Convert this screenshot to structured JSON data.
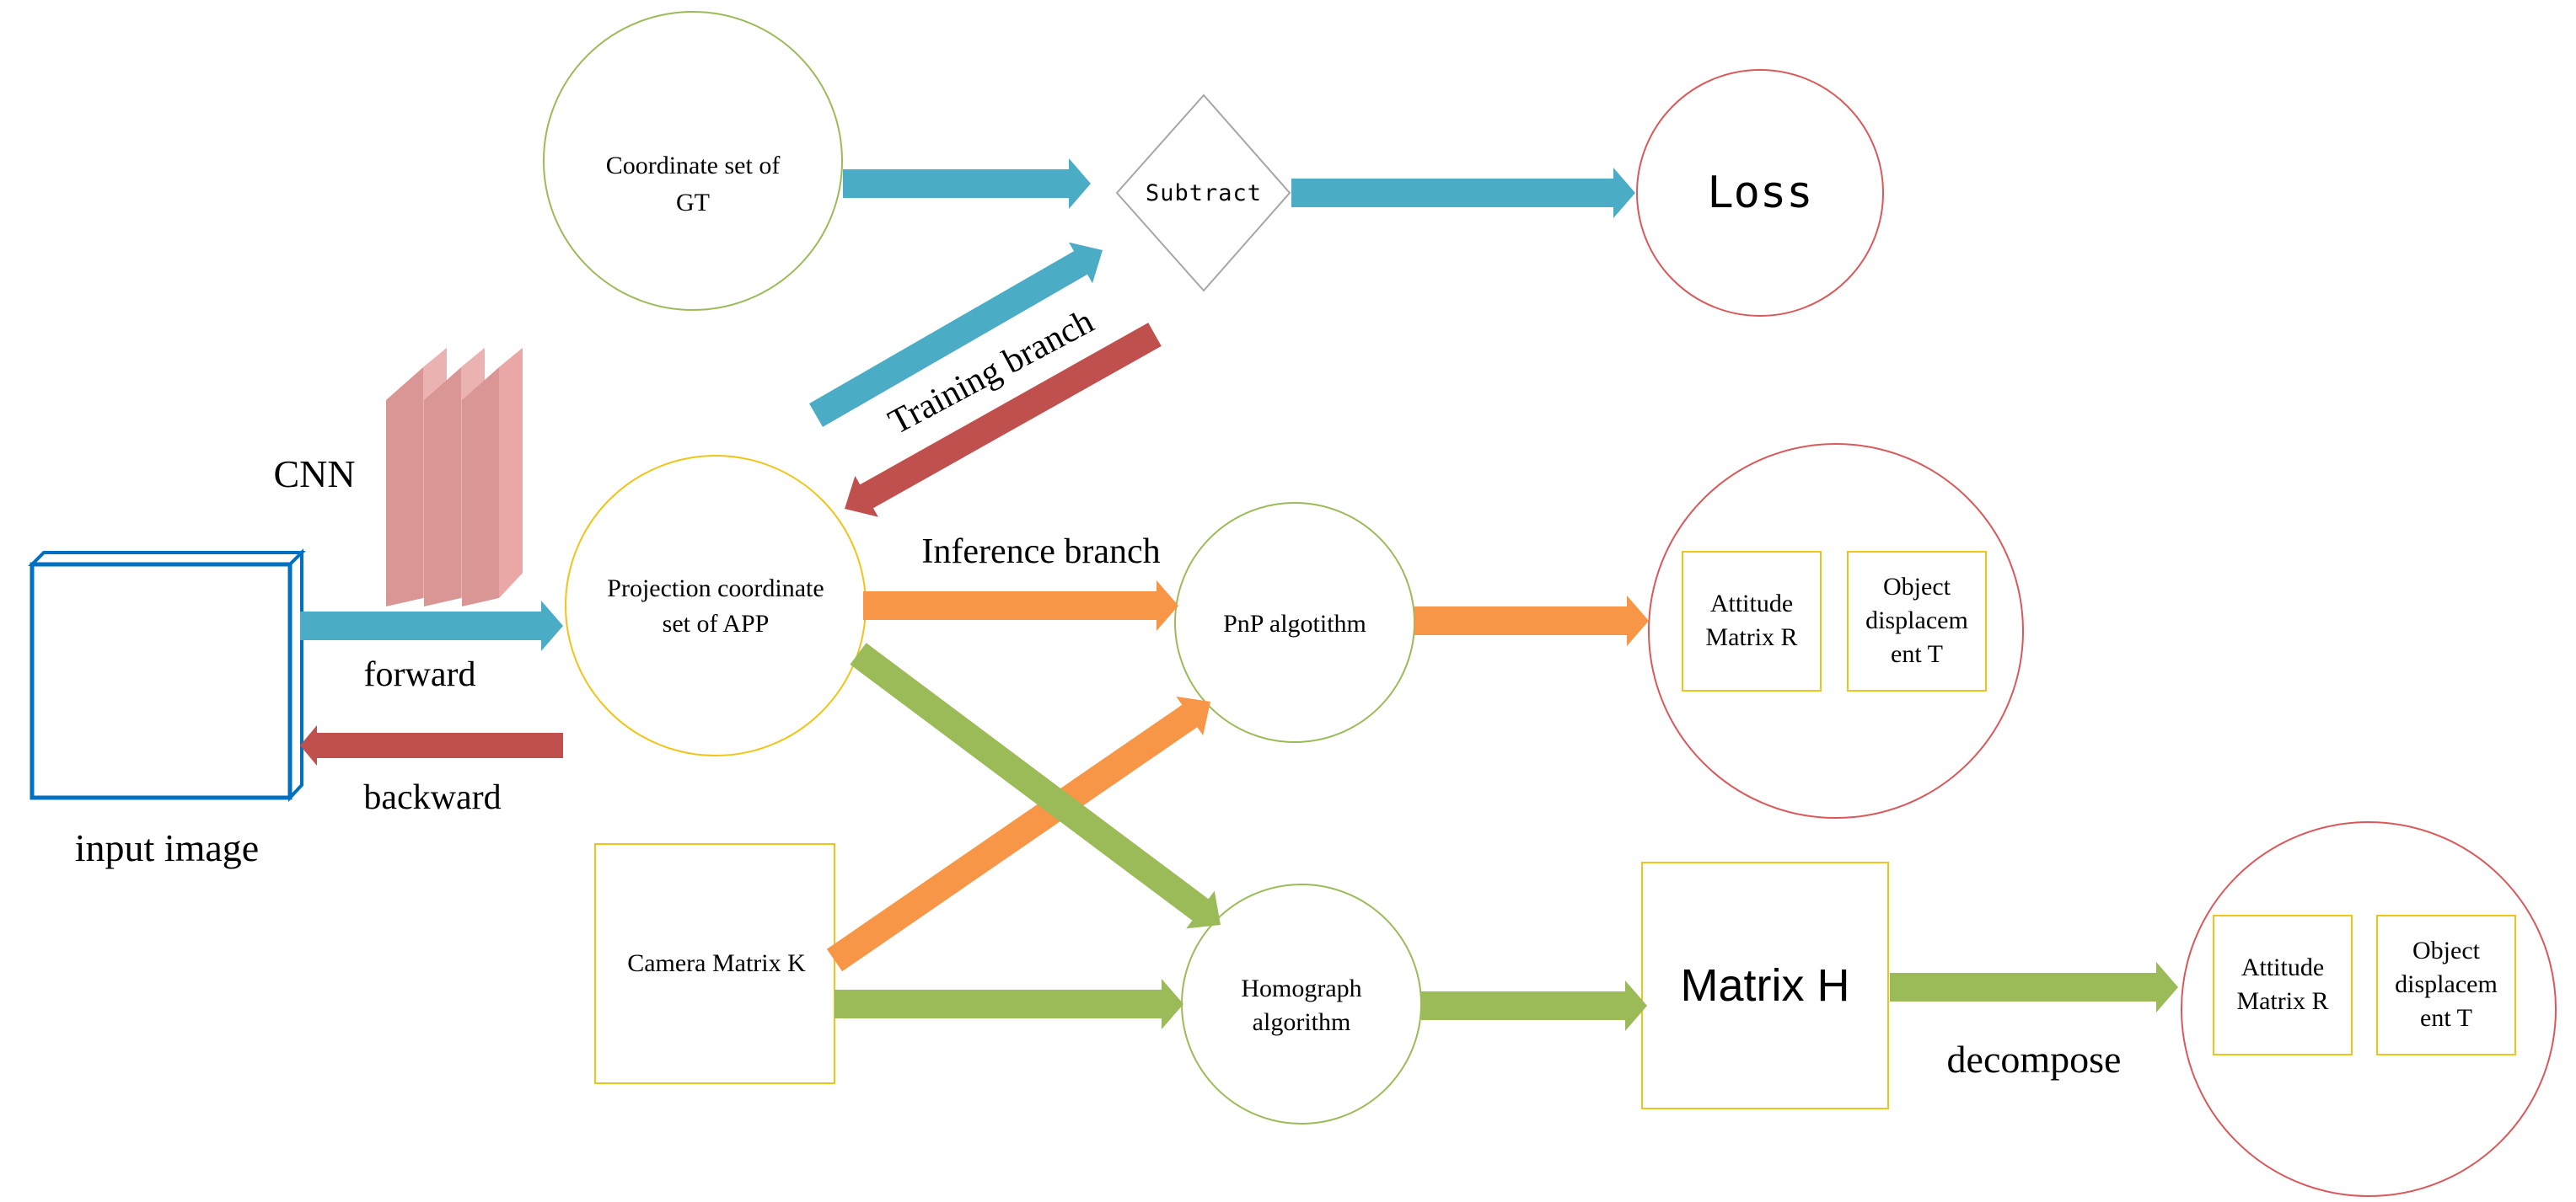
{
  "colors": {
    "blue": "#4bacc6",
    "red": "#c0504d",
    "orange": "#f79646",
    "green": "#9bbb59",
    "pink": "#d99694",
    "cube_blue": "#0070c0",
    "yellow_border": "#f0c419",
    "red_border": "#d9595b",
    "green_border": "#9bbb59"
  },
  "nodes": {
    "coordinate_gt": {
      "line1": "Coordinate set of",
      "line2": "GT"
    },
    "subtract": {
      "label": "Subtract"
    },
    "loss": {
      "label": "Loss"
    },
    "cnn": {
      "label": "CNN"
    },
    "input_image": {
      "label": "input image"
    },
    "projection_app": {
      "line1": "Projection coordinate",
      "line2": "set of APP"
    },
    "pnp": {
      "label": "PnP algotithm"
    },
    "pose_top": {
      "attitude": {
        "line1": "Attitude",
        "line2": "Matrix R"
      },
      "displacement": {
        "line1": "Object",
        "line2": "displacem",
        "line3": "ent T"
      }
    },
    "camera_matrix": {
      "label": "Camera Matrix K"
    },
    "homograph": {
      "line1": "Homograph",
      "line2": "algorithm"
    },
    "matrix_h": {
      "label": "Matrix H"
    },
    "pose_bottom": {
      "attitude": {
        "line1": "Attitude",
        "line2": "Matrix R"
      },
      "displacement": {
        "line1": "Object",
        "line2": "displacem",
        "line3": "ent T"
      }
    }
  },
  "edge_labels": {
    "forward": "forward",
    "backward": "backward",
    "training_branch": "Training branch",
    "inference_branch": "Inference branch",
    "decompose": "decompose"
  }
}
